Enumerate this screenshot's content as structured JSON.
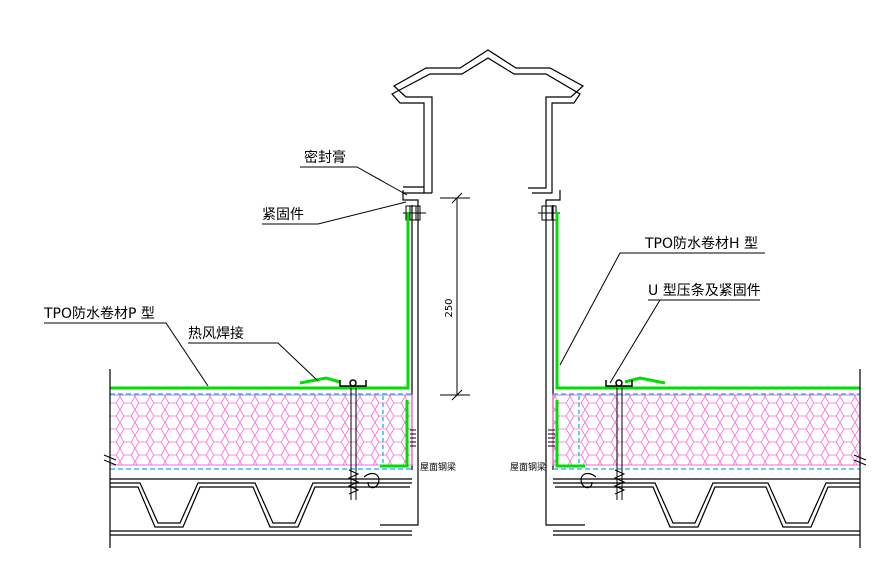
{
  "labels": {
    "sealant": "密封膏",
    "fastener": "紧固件",
    "tpo_p": "TPO防水卷材P 型",
    "hot_air_weld": "热风焊接",
    "tpo_h": "TPO防水卷材H 型",
    "u_strip": "U 型压条及紧固件",
    "dimension": "250",
    "steel_beam_left": "屋面钢梁",
    "steel_beam_right": "屋面钢梁"
  },
  "colors": {
    "membrane": "#00dd00",
    "insulation": "#ff66dd",
    "vapor_layer": "#33bbee",
    "line": "#000000"
  }
}
